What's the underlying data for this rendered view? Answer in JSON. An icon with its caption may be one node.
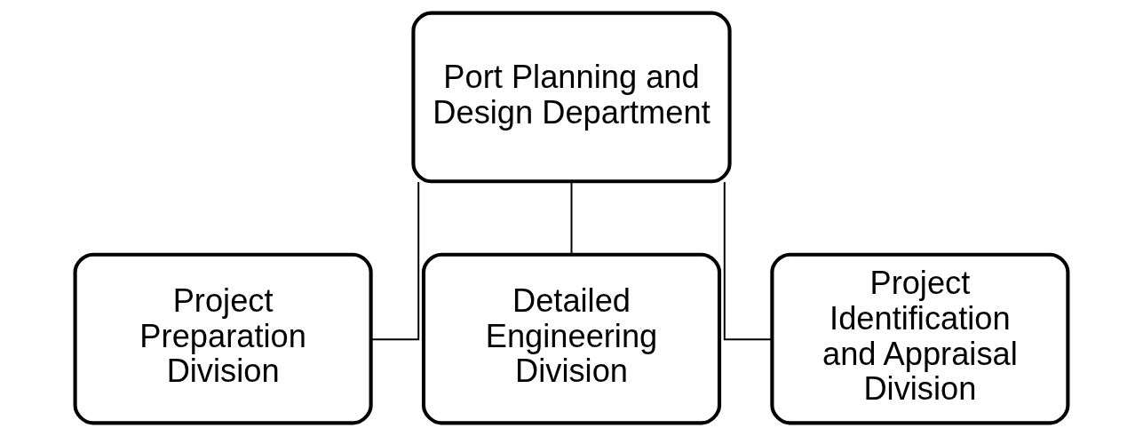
{
  "diagram": {
    "nodes": [
      {
        "text": [
          "Port Planning and Design Department"
        ]
      },
      {
        "text": [
          "Project Preparation Division"
        ]
      },
      {
        "text": [
          "Detailed Engineering Division"
        ]
      },
      {
        "text": [
          "Project Identification and Appraisal Division"
        ]
      }
    ],
    "edges": [
      {
        "from": 0,
        "to": 1,
        "arrow": "none"
      },
      {
        "from": 0,
        "to": 2,
        "arrow": "none"
      },
      {
        "from": 0,
        "to": 3,
        "arrow": "none"
      }
    ]
  }
}
